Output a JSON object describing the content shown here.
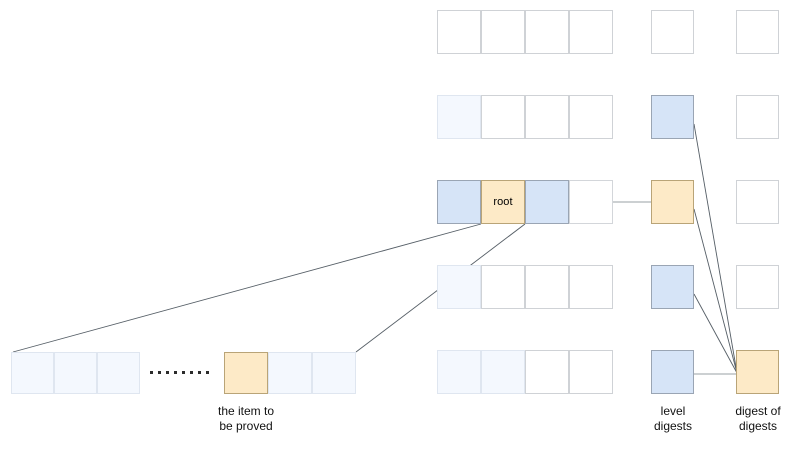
{
  "diagram": {
    "title": "merkle-style level digest proof diagram",
    "colors": {
      "faint_blue": "#f4f8fe",
      "blue": "#d6e4f7",
      "beige": "#fdeac7",
      "white": "#ffffff",
      "border_light": "#d3d6da",
      "border_blue": "#9aa5b4",
      "border_beige": "#b9a477",
      "line": "#555e66",
      "connector": "#9aa0a6",
      "text": "#111111"
    },
    "labels": {
      "root": "root",
      "item_to_be_proved": "the item to\nbe proved",
      "level_digests": "level\ndigests",
      "digest_of_digests": "digest of\ndigests"
    },
    "rows": [
      {
        "name": "row-1",
        "cells": [
          "white",
          "white",
          "white",
          "white"
        ],
        "level_digest": "white",
        "digest_of_digests": "white"
      },
      {
        "name": "row-2",
        "cells": [
          "faint-blue",
          "white",
          "white",
          "white"
        ],
        "level_digest": "blue",
        "digest_of_digests": "white"
      },
      {
        "name": "row-3-root",
        "cells": [
          "blue",
          "beige",
          "blue",
          "white"
        ],
        "root_cell_index": 1,
        "level_digest": "beige",
        "digest_of_digests": "white"
      },
      {
        "name": "row-4",
        "cells": [
          "faint-blue",
          "white",
          "white",
          "white"
        ],
        "level_digest": "blue",
        "digest_of_digests": "white"
      },
      {
        "name": "row-5",
        "cells": [
          "faint-blue",
          "faint-blue",
          "white",
          "white"
        ],
        "level_digest": "blue",
        "digest_of_digests": "beige"
      }
    ],
    "expanded_row": {
      "name": "expanded-bottom-row",
      "left_group": [
        "faint-blue",
        "faint-blue",
        "faint-blue"
      ],
      "ellipsis_dots": 8,
      "right_group": [
        "beige",
        "faint-blue",
        "faint-blue"
      ],
      "highlighted_index": 0
    }
  }
}
